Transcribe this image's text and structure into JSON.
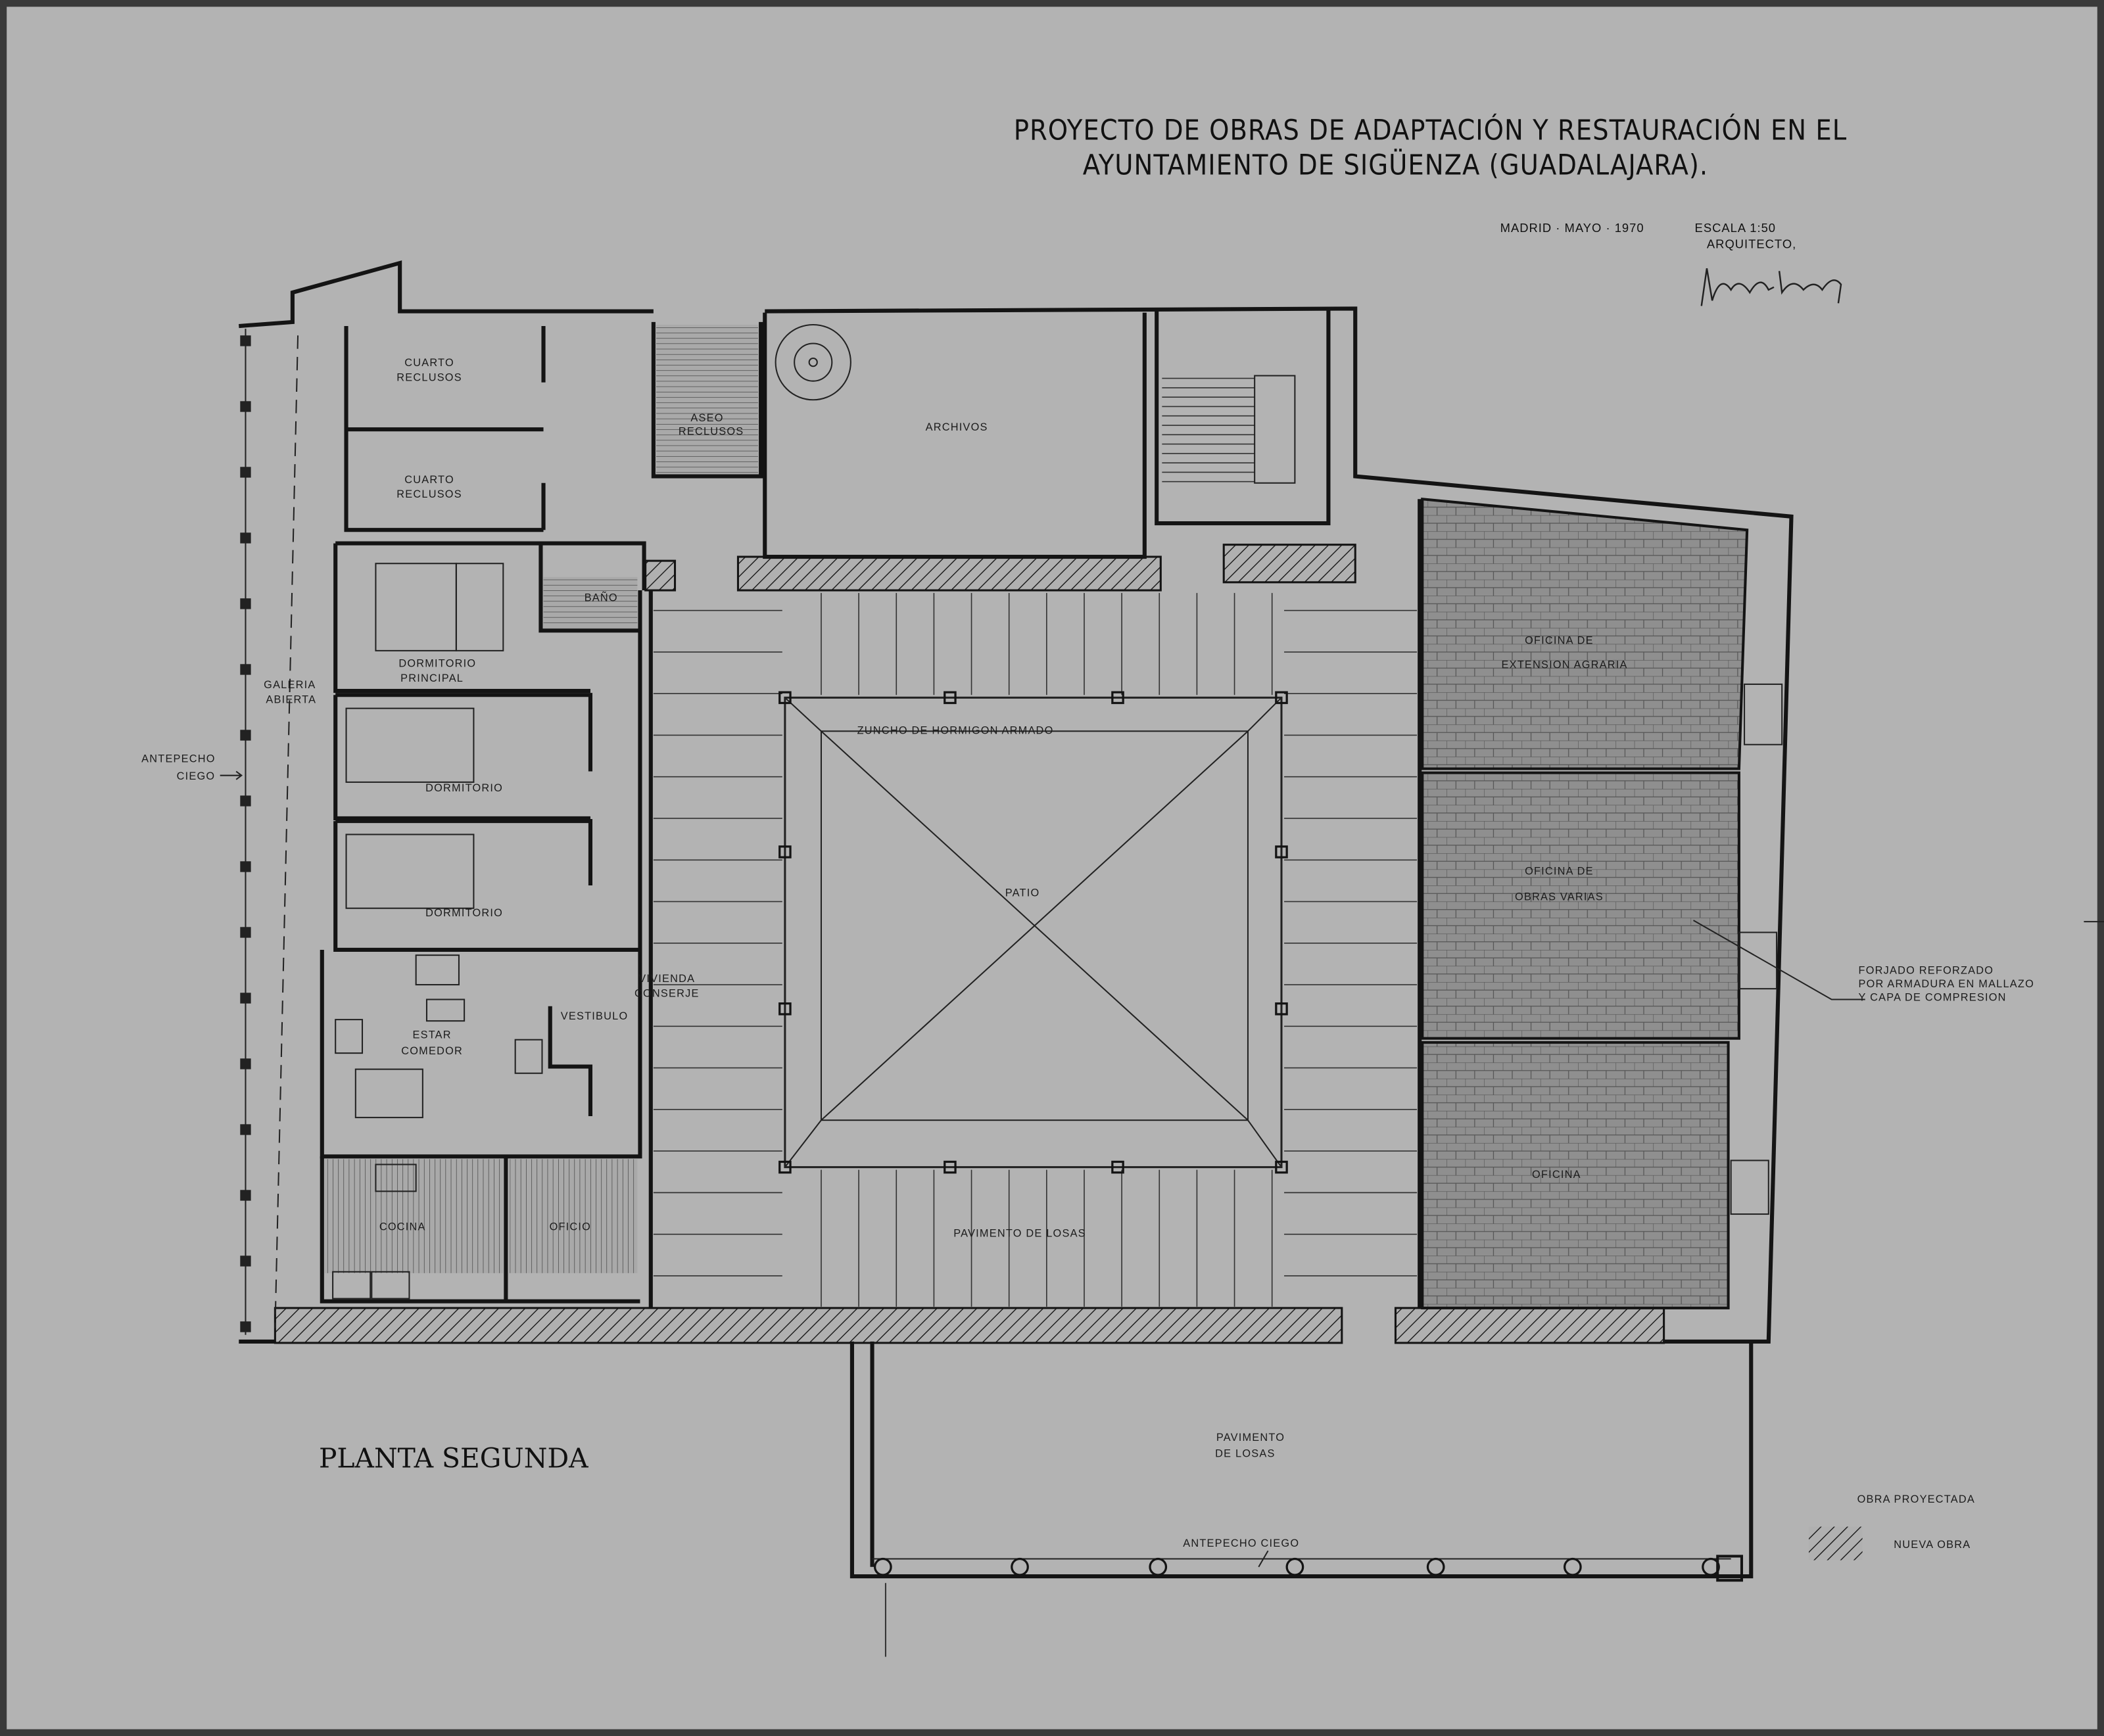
{
  "title": {
    "line1": "PROYECTO DE OBRAS DE ADAPTACIÓN Y RESTAURACIÓN EN EL",
    "line2": "AYUNTAMIENTO DE SIGÜENZA (GUADALAJARA)."
  },
  "meta": {
    "place_date": "MADRID · MAYO · 1970",
    "scale": "ESCALA 1:50",
    "architect_label": "ARQUITECTO,"
  },
  "plan_title": "PLANTA SEGUNDA",
  "rooms": {
    "cuarto1": [
      "CUARTO",
      "RECLUSOS"
    ],
    "cuarto2": [
      "CUARTO",
      "RECLUSOS"
    ],
    "aseo": [
      "ASEO",
      "RECLUSOS"
    ],
    "archivos": "ARCHIVOS",
    "bano": "BAÑO",
    "dorm_principal": [
      "DORMITORIO",
      "PRINCIPAL"
    ],
    "galeria": [
      "GALERIA",
      "ABIERTA"
    ],
    "antepecho_left": [
      "ANTEPECHO",
      "CIEGO"
    ],
    "dormitorio1": "DORMITORIO",
    "dormitorio2": "DORMITORIO",
    "vivienda": [
      "VIVIENDA",
      "CONSERJE"
    ],
    "vestibulo": "VESTIBULO",
    "estar": [
      "ESTAR",
      "COMEDOR"
    ],
    "cocina": "COCINA",
    "oficio": "OFICIO",
    "zuncho": "ZUNCHO DE HORMIGON ARMADO",
    "patio": "PATIO",
    "pavimento1": "PAVIMENTO DE LOSAS",
    "oficina_agraria": [
      "OFICINA DE",
      "EXTENSION AGRARIA"
    ],
    "oficina_obras": [
      "OFICINA DE",
      "OBRAS VARIAS"
    ],
    "oficina": "OFICINA",
    "pavimento2": [
      "PAVIMENTO",
      "DE LOSAS"
    ],
    "antepecho_bottom": "ANTEPECHO CIEGO"
  },
  "note": [
    "FORJADO REFORZADO",
    "POR ARMADURA EN MALLAZO",
    "Y CAPA DE COMPRESION"
  ],
  "legend": {
    "heading": "OBRA PROYECTADA",
    "new_work": "NUEVA OBRA"
  },
  "colors": {
    "paper": "#b3b3b3",
    "ink": "#141414",
    "office_shade": "#8f8f8f"
  }
}
